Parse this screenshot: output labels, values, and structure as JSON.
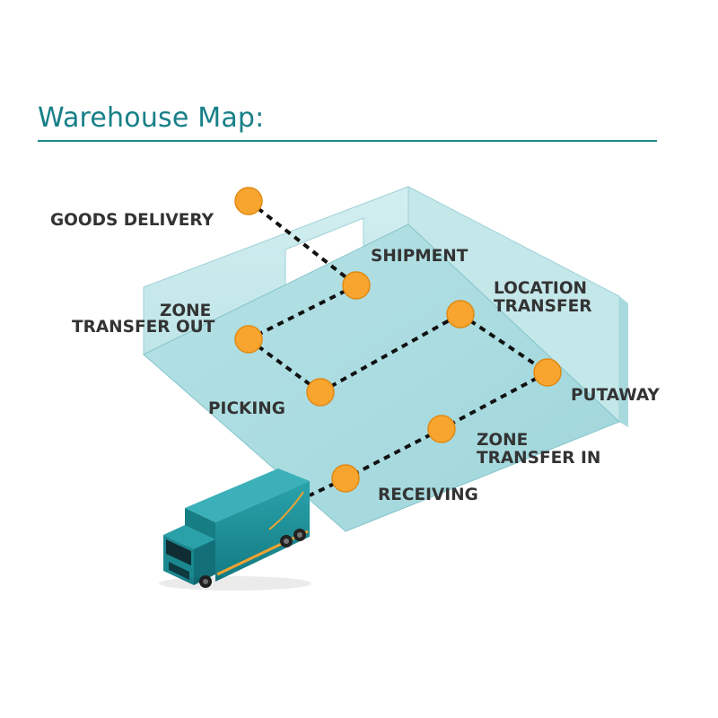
{
  "title": "Warehouse Map:",
  "colors": {
    "title": "#167f87",
    "floor": "#a9dce0",
    "wall": "#c7e8eb",
    "wall_edge": "#8fcbd1",
    "node": "#f7a52f",
    "path": "#111111",
    "truck_body": "#1d8e96",
    "truck_trim": "#f2a231"
  },
  "stages": [
    {
      "id": "goods-delivery",
      "label": "GOODS DELIVERY"
    },
    {
      "id": "shipment",
      "label": "SHIPMENT"
    },
    {
      "id": "zone-transfer-out",
      "label": "ZONE TRANSFER OUT"
    },
    {
      "id": "picking",
      "label": "PICKING"
    },
    {
      "id": "location-transfer",
      "label": "LOCATION TRANSFER"
    },
    {
      "id": "putaway",
      "label": "PUTAWAY"
    },
    {
      "id": "zone-transfer-in",
      "label": "ZONE TRANSFER IN"
    },
    {
      "id": "receiving",
      "label": "RECEIVING"
    }
  ],
  "labels": {
    "goods_delivery": "GOODS DELIVERY",
    "shipment": "SHIPMENT",
    "zone_transfer_out_1": "ZONE",
    "zone_transfer_out_2": "TRANSFER OUT",
    "picking": "PICKING",
    "location_transfer_1": "LOCATION",
    "location_transfer_2": "TRANSFER",
    "putaway": "PUTAWAY",
    "zone_transfer_in_1": "ZONE",
    "zone_transfer_in_2": "TRANSFER IN",
    "receiving": "RECEIVING"
  },
  "icons": [
    "truck-icon",
    "node-dot"
  ]
}
